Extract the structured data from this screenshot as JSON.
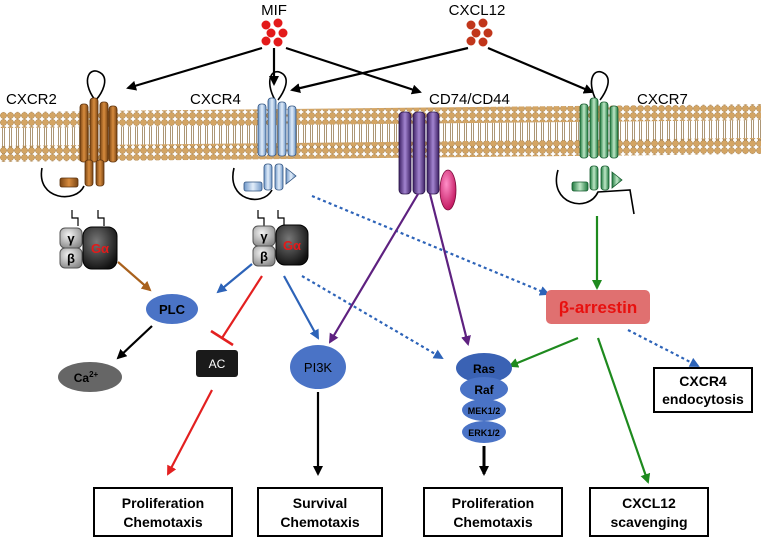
{
  "ligands": {
    "mif": "MIF",
    "cxcl12": "CXCL12"
  },
  "receptors": {
    "cxcr2": "CXCR2",
    "cxcr4": "CXCR4",
    "cd74": "CD74/CD44",
    "cxcr7": "CXCR7"
  },
  "gprotein": {
    "gamma": "γ",
    "beta": "β",
    "galpha": "Gα"
  },
  "nodes": {
    "plc": "PLC",
    "ca": "Ca",
    "ca_sup": "2+",
    "ac": "AC",
    "pi3k": "PI3K",
    "ras": "Ras",
    "raf": "Raf",
    "mek": "MEK1/2",
    "erk": "ERK1/2",
    "barrestin": "β-arrestin"
  },
  "outcomes": {
    "o1": [
      "Proliferation",
      "Chemotaxis"
    ],
    "o2": [
      "Survival",
      "Chemotaxis"
    ],
    "o3": [
      "Proliferation",
      "Chemotaxis"
    ],
    "o4": [
      "CXCL12",
      "scavenging"
    ],
    "o5": [
      "CXCR4",
      "endocytosis"
    ]
  },
  "colors": {
    "brown": "#a9611d",
    "blue": "#2d63b8",
    "red": "#e32020",
    "purple": "#5e2180",
    "green": "#1e8a1e",
    "bilayer": "#d9ad6a",
    "arrestin": "#e07070",
    "ligandRed": "#e31a1a"
  }
}
